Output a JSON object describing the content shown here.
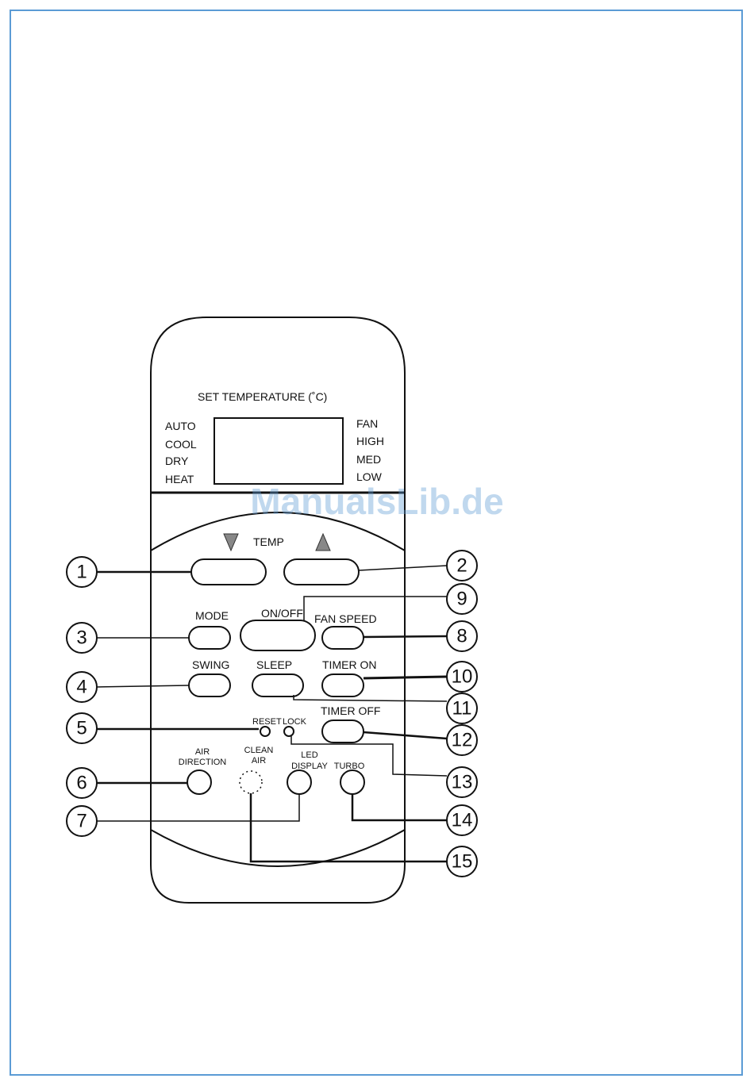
{
  "watermark": "ManualsLib.de",
  "display": {
    "title": "SET TEMPERATURE (˚C)",
    "modes": [
      "AUTO",
      "COOL",
      "DRY",
      "HEAT"
    ],
    "fan": [
      "FAN",
      "HIGH",
      "MED",
      "LOW"
    ]
  },
  "labels": {
    "temp": "TEMP",
    "mode": "MODE",
    "on_off": "ON/OFF",
    "fan_speed": "FAN SPEED",
    "swing": "SWING",
    "sleep": "SLEEP",
    "timer_on": "TIMER ON",
    "timer_off": "TIMER OFF",
    "reset": "RESET",
    "lock": "LOCK",
    "air_direction_1": "AIR",
    "air_direction_2": "DIRECTION",
    "clean_air_1": "CLEAN",
    "clean_air_2": "AIR",
    "led_display_1": "LED",
    "led_display_2": "DISPLAY",
    "turbo": "TURBO"
  },
  "callouts": [
    "1",
    "2",
    "3",
    "4",
    "5",
    "6",
    "7",
    "8",
    "9",
    "10",
    "11",
    "12",
    "13",
    "14",
    "15"
  ],
  "colors": {
    "frame": "#5b9bd5",
    "watermark": "#5b9bd5",
    "ink": "#111111"
  }
}
